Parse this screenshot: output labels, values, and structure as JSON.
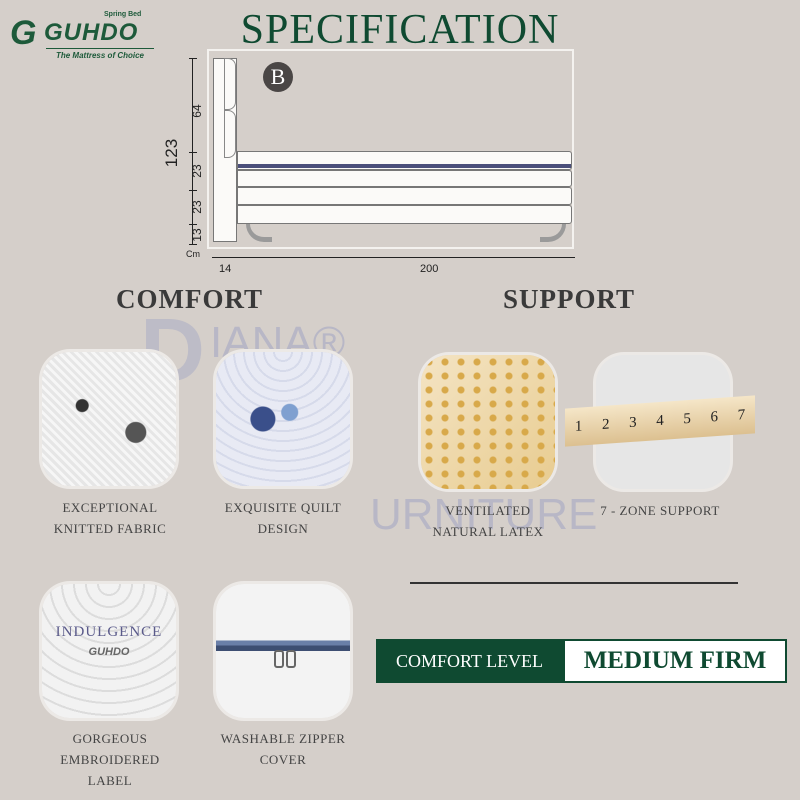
{
  "brand": {
    "name": "GUHDO",
    "subtitle": "Spring Bed",
    "tagline": "The Mattress of Choice"
  },
  "title": "SPECIFICATION",
  "diagram": {
    "variant_badge": "B",
    "unit": "Cm",
    "total_height": "123",
    "heights": [
      "64",
      "23",
      "23",
      "13"
    ],
    "headboard_depth": "14",
    "length": "200"
  },
  "comfort": {
    "heading": "COMFORT",
    "features": [
      {
        "caption_lines": [
          "EXCEPTIONAL",
          "KNITTED FABRIC"
        ]
      },
      {
        "caption_lines": [
          "EXQUISITE QUILT",
          "DESIGN"
        ]
      },
      {
        "caption_lines": [
          "GORGEOUS",
          "EMBROIDERED",
          "LABEL"
        ],
        "label_text": "INDULGENCE",
        "label_brand": "GUHDO"
      },
      {
        "caption_lines": [
          "WASHABLE ZIPPER",
          "COVER"
        ]
      }
    ]
  },
  "support": {
    "heading": "SUPPORT",
    "features": [
      {
        "caption_lines": [
          "VENTILATED",
          "NATURAL LATEX"
        ]
      },
      {
        "caption_lines": [
          "7 - ZONE SUPPORT"
        ],
        "zones": [
          "1",
          "2",
          "3",
          "4",
          "5",
          "6",
          "7"
        ]
      }
    ]
  },
  "comfort_level": {
    "label": "COMFORT LEVEL",
    "value": "MEDIUM FIRM"
  },
  "watermark": "DIANA RAYA FURNITURE",
  "colors": {
    "brand_green": "#0f4a31",
    "background": "#d5cfca"
  }
}
